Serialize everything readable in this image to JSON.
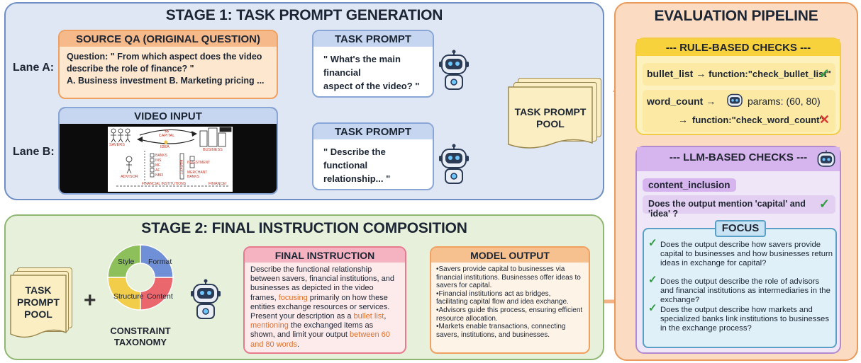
{
  "stage1": {
    "title": "STAGE 1: TASK PROMPT GENERATION",
    "lane_a": "Lane A:",
    "lane_b": "Lane B:",
    "source_qa": {
      "title": "SOURCE QA (ORIGINAL QUESTION)",
      "line1": "Question: \" From which aspect does the video",
      "line2": "describe the role of finance? \"",
      "line3": "A. Business investment B. Marketing pricing ..."
    },
    "video_input": {
      "title": "VIDEO INPUT",
      "frame_labels": {
        "savers": "SAVERS",
        "capital": "$$ CAPITAL",
        "idea": "IDEA",
        "business": "BUSINESS",
        "advisor": "ADVISOR",
        "banks": "BANKS",
        "ins": "INS",
        "mf": "MF",
        "af": "AF",
        "nbfi": "NBFI",
        "market": "MARKET",
        "investment": "INVESTMENT",
        "merchant_banks": "MERCHANT BANKS",
        "financial_institutions": "FINANCIAL INSTITUTIONS",
        "finance": "FINANCE!"
      }
    },
    "task_prompt_a": {
      "title": "TASK PROMPT",
      "line1": "\" What's the main financial",
      "line2": "aspect of the video? \""
    },
    "task_prompt_b": {
      "title": "TASK PROMPT",
      "line1": "\" Describe the functional",
      "line2": "relationship... \""
    },
    "pool": {
      "line1": "TASK PROMPT",
      "line2": "POOL"
    }
  },
  "stage2": {
    "title": "STAGE 2: FINAL INSTRUCTION COMPOSITION",
    "pool": {
      "line1": "TASK",
      "line2": "PROMPT",
      "line3": "POOL"
    },
    "plus": "+",
    "taxonomy": {
      "style": "Style",
      "format": "Format",
      "structure": "Structure",
      "content": "Content",
      "label1": "CONSTRAINT",
      "label2": "TAXONOMY",
      "colors": {
        "style": "#8dbf5a",
        "format": "#6f8fd6",
        "structure": "#f2cd4a",
        "content": "#e9676d"
      }
    },
    "final_instruction": {
      "title": "FINAL INSTRUCTION",
      "t1": "Describe the functional relationship between savers, financial institutions, and businesses as depicted in the video frames, ",
      "h1": "focusing",
      "t2": " primarily on how these entities exchange resources or services. Present your description as a ",
      "h2": "bullet list",
      "t3": ", ",
      "h3": "mentioning",
      "t4": " the exchanged items as shown, and limit your output ",
      "h4": "between 60 and 80 words",
      "t5": "."
    },
    "model_output": {
      "title": "MODEL OUTPUT",
      "bullets": [
        "•Savers provide capital to businesses via financial institutions. Businesses offer ideas to savers for capital.",
        "•Financial institutions act as bridges, facilitating capital flow and idea exchange.",
        "•Advisors guide this process, ensuring efficient resource allocation.",
        "•Markets enable transactions, connecting savers, institutions, and businesses."
      ]
    }
  },
  "evaluation": {
    "title": "EVALUATION PIPELINE",
    "rule_based": {
      "title": "--- RULE-BASED CHECKS ---",
      "row1_key": "bullet_list",
      "row1_arrow": "→",
      "row1_fn": "function:\"check_bullet_list\"",
      "row1_mark": "✓",
      "row2_key": "word_count",
      "row2_arrow": "→",
      "row2_params": "params: (60, 80)",
      "row2_arrow2": "→",
      "row2_fn": "function:\"check_word_count\"",
      "row2_mark": "✕"
    },
    "llm_based": {
      "title": "--- LLM-BASED CHECKS ---",
      "tag": "content_inclusion",
      "question": "Does the output mention 'capital' and 'idea' ?",
      "question_mark": "✓",
      "focus_title": "FOCUS",
      "focus_items": [
        "Does the output describe how savers provide capital to businesses and how businesses return ideas in exchange for capital?",
        "Does the output describe the role of advisors and financial institutions as intermediaries in the exchange?",
        "Does the output describe how markets and specialized banks link institutions to businesses in the exchange process?"
      ],
      "focus_mark": "✓"
    }
  }
}
